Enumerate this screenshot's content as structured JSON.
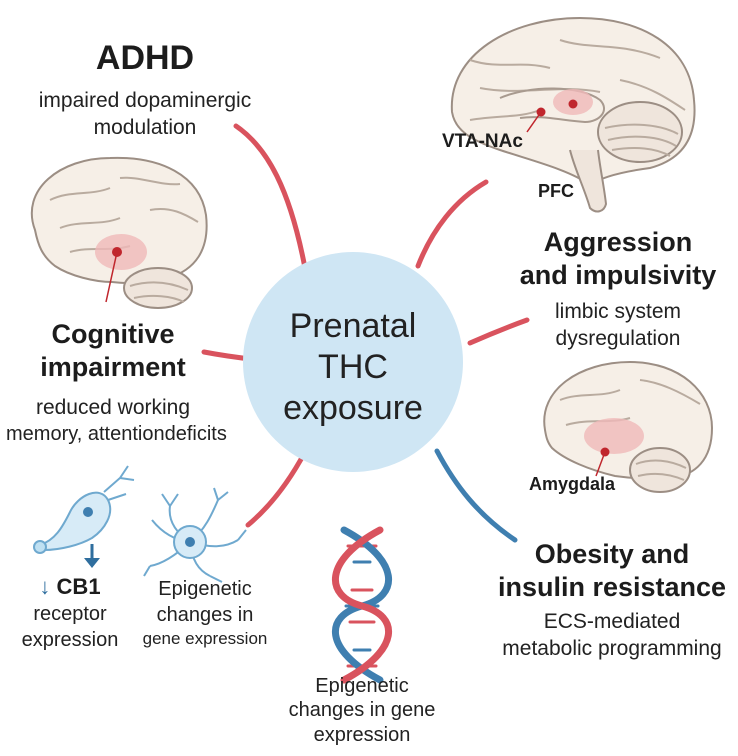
{
  "center": {
    "lines": [
      "Prenatal",
      "THC",
      "exposure"
    ]
  },
  "adhd": {
    "title": "ADHD",
    "desc": [
      "impaired dopaminergic",
      "modulation"
    ]
  },
  "cognitive": {
    "title": [
      "Cognitive",
      "impairment"
    ],
    "desc": [
      "reduced working",
      "memory, attentiondeficits"
    ]
  },
  "aggression": {
    "title": [
      "Aggression",
      "and impulsivity"
    ],
    "desc": [
      "limbic system",
      "dysregulation"
    ]
  },
  "obesity": {
    "title": [
      "Obesity and",
      "insulin resistance"
    ],
    "desc": [
      "ECS-mediated",
      "metabolic programming"
    ]
  },
  "brain_labels": {
    "vta_nac": "VTA-NAc",
    "pfc": "PFC",
    "amygdala": "Amygdala"
  },
  "cb1": {
    "arrow": "↓",
    "lines": [
      "CB1",
      "receptor",
      "expression"
    ]
  },
  "epigenetic_small": [
    "Epigenetic",
    "changes in",
    "gene expression"
  ],
  "epigenetic_dna": [
    "Epigenetic",
    "changes in gene",
    "expression"
  ],
  "colors": {
    "center_fill": "#cfe6f4",
    "connector_red": "#d9535e",
    "connector_blue": "#3f7fb0",
    "brain_fill": "#f6efe7",
    "brain_stroke": "#9c8e84",
    "highlight": "#f0b9b9"
  }
}
